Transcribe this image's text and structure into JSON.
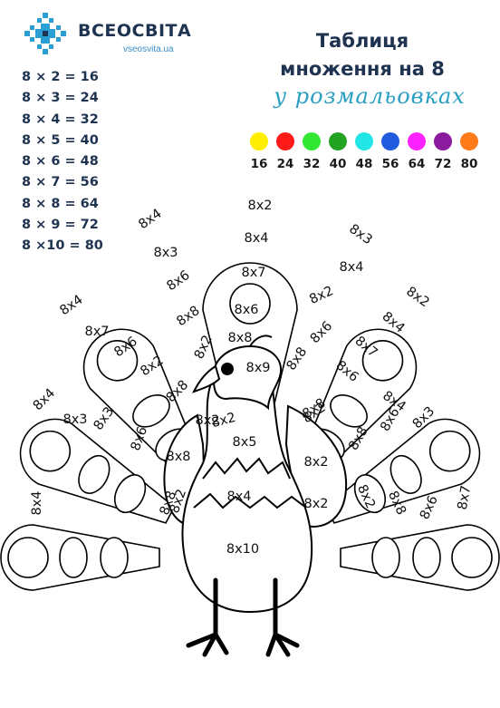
{
  "logo": {
    "name": "ВСЕОСВІТА",
    "url": "vseosvita.ua",
    "accent": "#2a9fd6"
  },
  "title": {
    "line1": "Таблиця",
    "line2": "множення на 8",
    "script": "у розмальовках"
  },
  "facts": [
    "8 × 2 = 16",
    "8 × 3 = 24",
    "8 × 4 = 32",
    "8 × 5 = 40",
    "8 × 6 = 48",
    "8 × 7 = 56",
    "8 × 8 = 64",
    "8 × 9 = 72",
    "8 ×10 = 80"
  ],
  "palette": [
    {
      "value": "16",
      "color": "#ffee00"
    },
    {
      "value": "24",
      "color": "#ff1a1a"
    },
    {
      "value": "32",
      "color": "#33e633"
    },
    {
      "value": "40",
      "color": "#22a322"
    },
    {
      "value": "48",
      "color": "#22e6e6"
    },
    {
      "value": "56",
      "color": "#1f5bdc"
    },
    {
      "value": "64",
      "color": "#ff22ff"
    },
    {
      "value": "72",
      "color": "#8a1a9e"
    },
    {
      "value": "80",
      "color": "#ff7b1a"
    }
  ],
  "picture": {
    "body": "8x10",
    "head": "8x9",
    "neck": "8x5",
    "chest": "8x4",
    "cheek": "8x2",
    "left_chest": "8x2",
    "right_chest_1": "8x2",
    "right_chest_2": "8x2",
    "feather_labels": [
      "8x4",
      "8x3",
      "8x6",
      "8x8",
      "8x2",
      "8x4",
      "8x7",
      "8x6",
      "8x2",
      "8x8",
      "8x2",
      "8x8",
      "8x3",
      "8x4",
      "8x3",
      "8x6",
      "8x8",
      "8x2",
      "8x4",
      "8x7",
      "8x6",
      "8x8",
      "8x2",
      "8x4",
      "8x3",
      "8x6",
      "8x8",
      "8x2",
      "8x4",
      "8x7",
      "8x6",
      "8x8",
      "8x2",
      "8x4",
      "8x3",
      "8x6",
      "8x8",
      "8x2",
      "8x8",
      "8x6",
      "8x7",
      "8x4"
    ]
  }
}
